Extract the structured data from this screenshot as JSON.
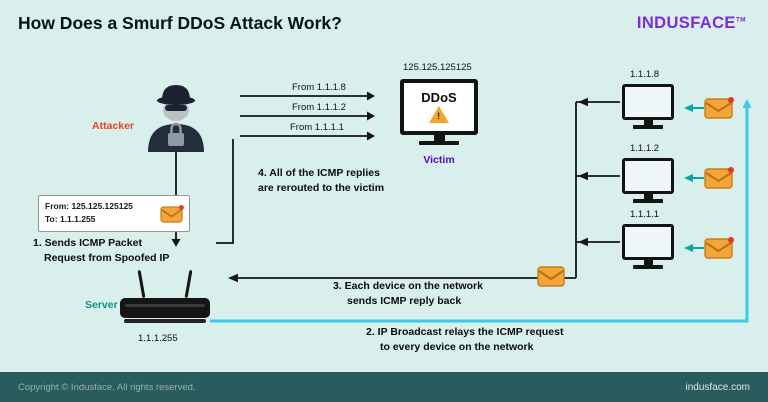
{
  "title": "How Does a Smurf DDoS Attack Work?",
  "logo": {
    "name": "INDUSFACE",
    "tm": "TM"
  },
  "attacker": {
    "label": "Attacker"
  },
  "packet": {
    "from": "From: 125.125.125125",
    "to": "To: 1.1.1.255"
  },
  "steps": {
    "step1": [
      "1. Sends ICMP Packet",
      "Request from Spoofed IP"
    ],
    "step2": [
      "2. IP Broadcast relays the ICMP request",
      "to every device on the network"
    ],
    "step3": [
      "3. Each device on the network",
      "sends ICMP reply back"
    ],
    "step4": [
      "4. All of the ICMP replies",
      "are rerouted to the victim"
    ]
  },
  "server": {
    "label": "Server",
    "ip": "1.1.1.255"
  },
  "victim": {
    "ip": "125.125.125125",
    "screen_text": "DDoS",
    "warning": "!",
    "label": "Victim"
  },
  "reply_arrows": [
    "From 1.1.1.8",
    "From 1.1.1.2",
    "From 1.1.1.1"
  ],
  "devices": [
    {
      "ip": "1.1.1.8"
    },
    {
      "ip": "1.1.1.2"
    },
    {
      "ip": "1.1.1.1"
    }
  ],
  "footer": {
    "left": "Copyright © Indusface, All rights reserved.",
    "right": "indusface.com"
  },
  "colors": {
    "background": "#d8efeb",
    "brand_purple": "#7b2ce0",
    "attacker_red": "#e8442e",
    "server_teal": "#0b9382",
    "victim_purple": "#4f0ac7",
    "line_black": "#161616",
    "broadcast_cyan": "#3ec9e9",
    "reply_teal": "#0da3a3",
    "envelope_orange": "#f2a63a",
    "warning_orange": "#f5a623",
    "footer_bg": "#2a5b5d"
  }
}
